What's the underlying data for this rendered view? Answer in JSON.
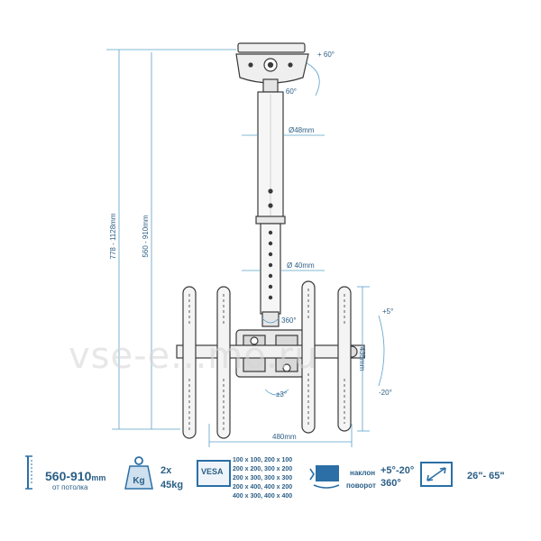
{
  "dimensions": {
    "total_height": "778 - 1128mm",
    "pole_height": "560 - 910mm",
    "tilt_up": "+ 60°",
    "tilt_down": "- 60°",
    "upper_tube": "Ø48mm",
    "lower_tube": "Ø 40mm",
    "rotation": "360°",
    "swivel": "±3°",
    "plate_height": "435mm",
    "plate_tilt_up": "+5°",
    "plate_tilt_down": "-20°",
    "width": "480mm"
  },
  "watermark": "vse-e...mo.ru",
  "specs": {
    "height_value": "560-910",
    "height_unit": "mm",
    "height_note": "от потолка",
    "weight_icon_label": "Kg",
    "weight_value": "2x\n45kg",
    "vesa_label": "VESA",
    "vesa_list": [
      "100 x 100, 200 x 100",
      "200 x 200, 300 x 200",
      "200 x 300, 300 x 300",
      "200 x 400, 400 x 200",
      "400 x 300, 400 x 400"
    ],
    "tilt_label": "наклон",
    "tilt_value": "+5°-20°",
    "rotate_label": "поворот",
    "rotate_value": "360°",
    "screen_size": "26\"- 65\""
  },
  "colors": {
    "accent": "#2b6fa6",
    "line": "#3a3a3a",
    "dim": "#5aa0c8"
  }
}
